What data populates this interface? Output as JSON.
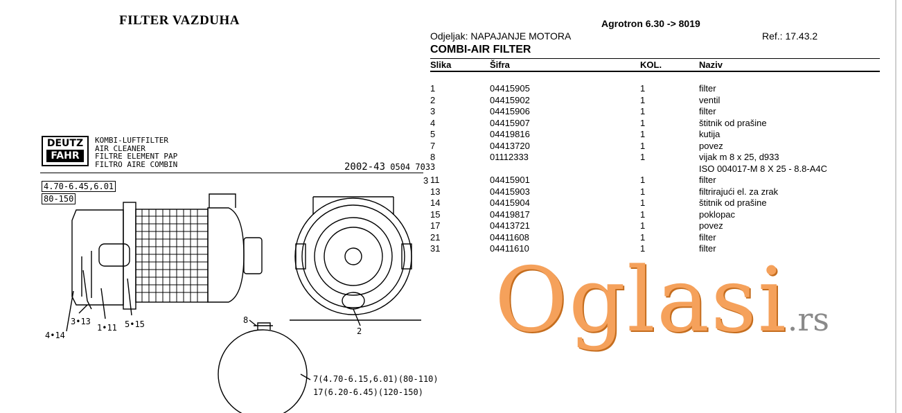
{
  "document": {
    "title": "FILTER VAZDUHA",
    "model": "Agrotron 6.30 -> 8019",
    "section": "Odjeljak: NAPAJANJE MOTORA",
    "ref": "Ref.: 17.43.2",
    "subsection": "COMBI-AIR FILTER"
  },
  "table": {
    "headers": [
      "Slika",
      "Šifra",
      "KOL.",
      "Naziv"
    ],
    "rows": [
      {
        "slika": "1",
        "sifra": "04415905",
        "kol": "1",
        "naziv": "filter"
      },
      {
        "slika": "2",
        "sifra": "04415902",
        "kol": "1",
        "naziv": "ventil"
      },
      {
        "slika": "3",
        "sifra": "04415906",
        "kol": "1",
        "naziv": "filter"
      },
      {
        "slika": "4",
        "sifra": "04415907",
        "kol": "1",
        "naziv": "štitnik od prašine"
      },
      {
        "slika": "5",
        "sifra": "04419816",
        "kol": "1",
        "naziv": "kutija"
      },
      {
        "slika": "7",
        "sifra": "04413720",
        "kol": "1",
        "naziv": "povez"
      },
      {
        "slika": "8",
        "sifra": "01112333",
        "kol": "1",
        "naziv": "vijak m 8 x 25, d933"
      },
      {
        "slika": "",
        "sifra": "",
        "kol": "",
        "naziv": "ISO 004017-M 8 X 25 - 8.8-A4C"
      },
      {
        "slika": "11",
        "sifra": "04415901",
        "kol": "1",
        "naziv": "filter"
      },
      {
        "slika": "13",
        "sifra": "04415903",
        "kol": "1",
        "naziv": "filtrirajući el. za zrak"
      },
      {
        "slika": "14",
        "sifra": "04415904",
        "kol": "1",
        "naziv": "štitnik od prašine"
      },
      {
        "slika": "15",
        "sifra": "04419817",
        "kol": "1",
        "naziv": "poklopac"
      },
      {
        "slika": "17",
        "sifra": "04413721",
        "kol": "1",
        "naziv": "povez"
      },
      {
        "slika": "21",
        "sifra": "04411608",
        "kol": "1",
        "naziv": "filter"
      },
      {
        "slika": "31",
        "sifra": "04411610",
        "kol": "1",
        "naziv": "filter"
      }
    ]
  },
  "drawing": {
    "logo_line1": "DEUTZ",
    "logo_line2": "FAHR",
    "caption_lines": [
      "KOMBI-LUFTFILTER",
      "AIR CLEANER",
      "FILTRE ELEMENT PAP",
      "FILTRO AIRE COMBIN"
    ],
    "code_year": "2002-43",
    "code_number": "0504 7033",
    "range_models": "4.70-6.45,6.01",
    "range_hp": "80-150",
    "stray_digit": "3",
    "callouts": {
      "c_4_14": "4•14",
      "c_3_13": "3•13",
      "c_1_11": "1•11",
      "c_5_15": "5•15",
      "c_2": "2",
      "c_8": "8",
      "c_7": "7(4.70-6.15,6.01)(80-110)",
      "c_17": "17(6.20-6.45)(120-150)"
    }
  },
  "watermark": {
    "brand": "Oglasi",
    "tld": ".rs"
  }
}
